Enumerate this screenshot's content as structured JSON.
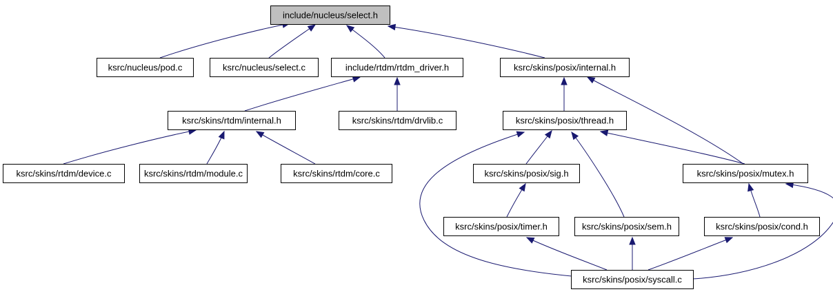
{
  "diagram": {
    "nodes": [
      {
        "id": "select_h",
        "label": "include/nucleus/select.h",
        "root": true
      },
      {
        "id": "pod_c",
        "label": "ksrc/nucleus/pod.c"
      },
      {
        "id": "select_c",
        "label": "ksrc/nucleus/select.c"
      },
      {
        "id": "rtdm_driver_h",
        "label": "include/rtdm/rtdm_driver.h"
      },
      {
        "id": "posix_internal_h",
        "label": "ksrc/skins/posix/internal.h"
      },
      {
        "id": "rtdm_internal_h",
        "label": "ksrc/skins/rtdm/internal.h"
      },
      {
        "id": "drvlib_c",
        "label": "ksrc/skins/rtdm/drvlib.c"
      },
      {
        "id": "thread_h",
        "label": "ksrc/skins/posix/thread.h"
      },
      {
        "id": "device_c",
        "label": "ksrc/skins/rtdm/device.c"
      },
      {
        "id": "module_c",
        "label": "ksrc/skins/rtdm/module.c"
      },
      {
        "id": "core_c",
        "label": "ksrc/skins/rtdm/core.c"
      },
      {
        "id": "sig_h",
        "label": "ksrc/skins/posix/sig.h"
      },
      {
        "id": "mutex_h",
        "label": "ksrc/skins/posix/mutex.h"
      },
      {
        "id": "timer_h",
        "label": "ksrc/skins/posix/timer.h"
      },
      {
        "id": "sem_h",
        "label": "ksrc/skins/posix/sem.h"
      },
      {
        "id": "cond_h",
        "label": "ksrc/skins/posix/cond.h"
      },
      {
        "id": "syscall_c",
        "label": "ksrc/skins/posix/syscall.c"
      }
    ],
    "edges": [
      {
        "from": "pod_c",
        "to": "select_h"
      },
      {
        "from": "select_c",
        "to": "select_h"
      },
      {
        "from": "rtdm_driver_h",
        "to": "select_h"
      },
      {
        "from": "posix_internal_h",
        "to": "select_h"
      },
      {
        "from": "rtdm_internal_h",
        "to": "rtdm_driver_h"
      },
      {
        "from": "drvlib_c",
        "to": "rtdm_driver_h"
      },
      {
        "from": "thread_h",
        "to": "posix_internal_h"
      },
      {
        "from": "mutex_h",
        "to": "posix_internal_h"
      },
      {
        "from": "device_c",
        "to": "rtdm_internal_h"
      },
      {
        "from": "module_c",
        "to": "rtdm_internal_h"
      },
      {
        "from": "core_c",
        "to": "rtdm_internal_h"
      },
      {
        "from": "sig_h",
        "to": "thread_h"
      },
      {
        "from": "sem_h",
        "to": "thread_h"
      },
      {
        "from": "mutex_h",
        "to": "thread_h"
      },
      {
        "from": "syscall_c",
        "to": "thread_h"
      },
      {
        "from": "timer_h",
        "to": "sig_h"
      },
      {
        "from": "cond_h",
        "to": "mutex_h"
      },
      {
        "from": "syscall_c",
        "to": "mutex_h"
      },
      {
        "from": "syscall_c",
        "to": "timer_h"
      },
      {
        "from": "syscall_c",
        "to": "sem_h"
      },
      {
        "from": "syscall_c",
        "to": "cond_h"
      }
    ]
  }
}
